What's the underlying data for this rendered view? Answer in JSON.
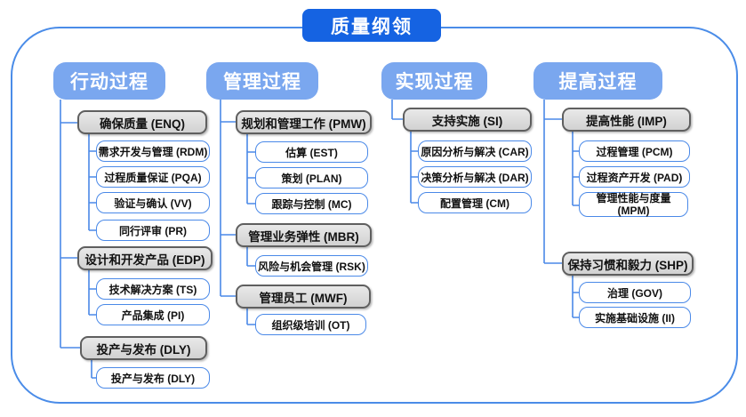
{
  "title": "质量纲领",
  "colors": {
    "title_bg": "#1563e2",
    "header_bg": "#7aa7ef",
    "group_fill": "#d9d9d9",
    "group_border": "#5f5f5f",
    "leaf_border": "#4a89e8",
    "connector": "#4a89e8",
    "frame_border": "#4a8ce8",
    "text": "#111111"
  },
  "columns": [
    {
      "header": "行动过程",
      "groups": [
        {
          "label": "确保质量 (ENQ)",
          "children": [
            "需求开发与管理 (RDM)",
            "过程质量保证 (PQA)",
            "验证与确认 (VV)",
            "同行评审 (PR)"
          ]
        },
        {
          "label": "设计和开发产品 (EDP)",
          "children": [
            "技术解决方案 (TS)",
            "产品集成 (PI)"
          ]
        },
        {
          "label": "投产与发布 (DLY)",
          "children": [
            "投产与发布 (DLY)"
          ]
        }
      ]
    },
    {
      "header": "管理过程",
      "groups": [
        {
          "label": "规划和管理工作 (PMW)",
          "children": [
            "估算 (EST)",
            "策划 (PLAN)",
            "跟踪与控制 (MC)"
          ]
        },
        {
          "label": "管理业务弹性 (MBR)",
          "children": [
            "风险与机会管理 (RSK)"
          ]
        },
        {
          "label": "管理员工 (MWF)",
          "children": [
            "组织级培训 (OT)"
          ]
        }
      ]
    },
    {
      "header": "实现过程",
      "groups": [
        {
          "label": "支持实施 (SI)",
          "children": [
            "原因分析与解决 (CAR)",
            "决策分析与解决 (DAR)",
            "配置管理 (CM)"
          ]
        }
      ]
    },
    {
      "header": "提高过程",
      "groups": [
        {
          "label": "提高性能 (IMP)",
          "children": [
            "过程管理 (PCM)",
            "过程资产开发 (PAD)",
            "管理性能与度量 (MPM)"
          ]
        },
        {
          "label": "保持习惯和毅力 (SHP)",
          "children": [
            "治理 (GOV)",
            "实施基础设施 (II)"
          ]
        }
      ]
    }
  ]
}
